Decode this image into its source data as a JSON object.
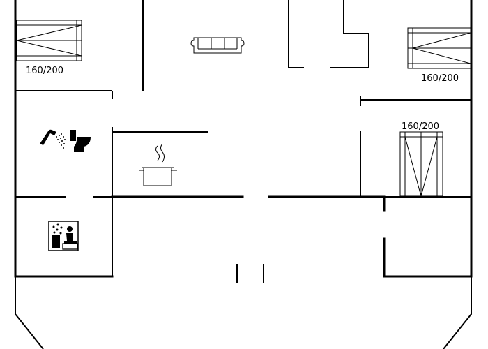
{
  "beds": [
    {
      "label": "160/200"
    },
    {
      "label": "160/200"
    },
    {
      "label": "160/200"
    }
  ],
  "icons": [
    "sofa-icon",
    "shower-icon",
    "toilet-icon",
    "cooking-pot-icon",
    "sauna-icon"
  ],
  "colors": {
    "line": "#000000",
    "background": "#ffffff"
  }
}
